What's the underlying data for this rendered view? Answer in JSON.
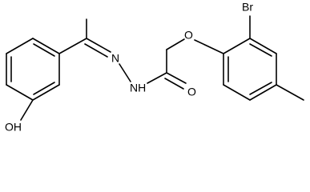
{
  "structure": {
    "atom_labels": {
      "bromine": "Br",
      "ether_oxygen": "O",
      "carbonyl_oxygen": "O",
      "hydrazide_nitrogen": "N",
      "amide_nh": "NH",
      "hydroxyl": "OH"
    },
    "colors": {
      "bond": "#000000",
      "label": "#000000",
      "background": "#ffffff"
    }
  }
}
